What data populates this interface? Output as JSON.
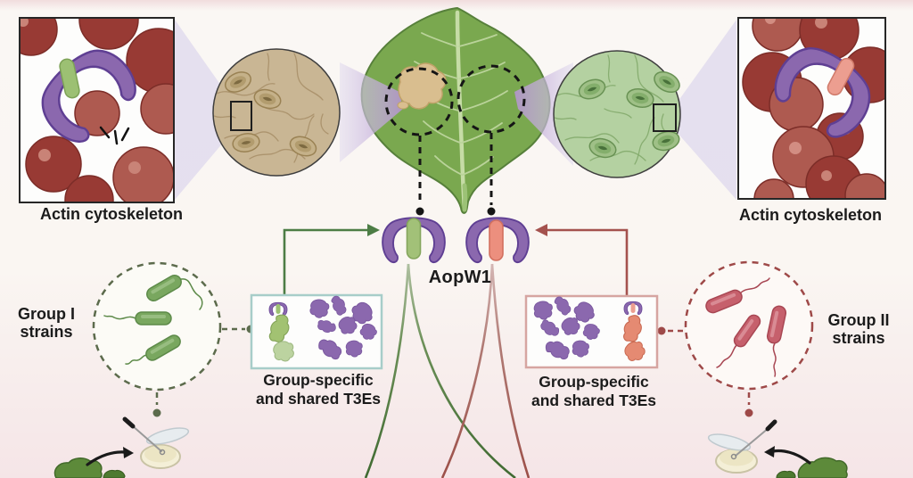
{
  "panels": {
    "actin_left": {
      "label": "Actin cytoskeleton"
    },
    "actin_right": {
      "label": "Actin cytoskeleton"
    },
    "aopw1": {
      "label": "AopW1"
    },
    "group1": {
      "label_line1": "Group I",
      "label_line2": "strains"
    },
    "group2": {
      "label_line1": "Group II",
      "label_line2": "strains"
    },
    "t3e_left": {
      "label_line1": "Group-specific",
      "label_line2": "and shared T3Es"
    },
    "t3e_right": {
      "label_line1": "Group-specific",
      "label_line2": "and shared T3Es"
    }
  },
  "colors": {
    "text": "#1b1b1b",
    "effector_purple": "#8b68ae",
    "effector_purple_outline": "#5f3f93",
    "aopw1_green_variant": "#a2c178",
    "aopw1_red_variant": "#ec8f7e",
    "group1_green": "#79a75f",
    "group1_dash": "#5c6b4c",
    "group2_red": "#c6606c",
    "group2_dash": "#9e4948",
    "t3e_box_left_border": "#a7cdc9",
    "t3e_box_right_border": "#d6a5a1",
    "arrow_green": "#4c7d45",
    "arrow_red": "#a4524e",
    "leaf_green": "#7aa84f",
    "lesion_tan": "#d9be8f",
    "epidermis_tan": "#c9b694",
    "epidermis_green": "#b4d1a1",
    "actin_red_dark": "#983a34",
    "actin_red_light": "#ae5a50",
    "beam_lavender": "#dcd6ec"
  },
  "icons": {
    "leaf-icon": "leaf-shape",
    "stoma-icon": "concentric-ellipses",
    "bacterium-icon": "rounded-rod-with-flagellum",
    "effector-blob-icon": "splat-shape",
    "aopw1-blob-icon": "purple-horseshoe-with-stripe",
    "petri-dish-icon": "ellipse-dish-with-lid",
    "inoculation-loop-icon": "needle-with-loop",
    "magnifier-beam-icon": "gradient-wedge",
    "elbow-arrow-icon": "right-angle-arrow",
    "burst-icon": "three-spark-lines"
  }
}
